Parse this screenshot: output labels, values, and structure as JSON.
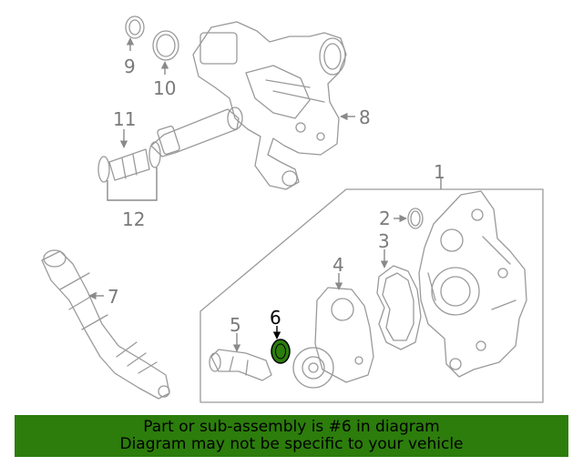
{
  "callouts": {
    "c1": "1",
    "c2": "2",
    "c3": "3",
    "c4": "4",
    "c5": "5",
    "c6": "6",
    "c7": "7",
    "c8": "8",
    "c9": "9",
    "c10": "10",
    "c11": "11",
    "c12": "12"
  },
  "highlight_part": "6",
  "colors": {
    "highlight_fill": "#2c7d0c",
    "line_art": "#9a9a9a",
    "banner_bg": "#2c7d0c"
  },
  "banner": {
    "line1": "Part or sub-assembly is #6 in diagram",
    "line2": "Diagram may not be specific to your vehicle"
  }
}
